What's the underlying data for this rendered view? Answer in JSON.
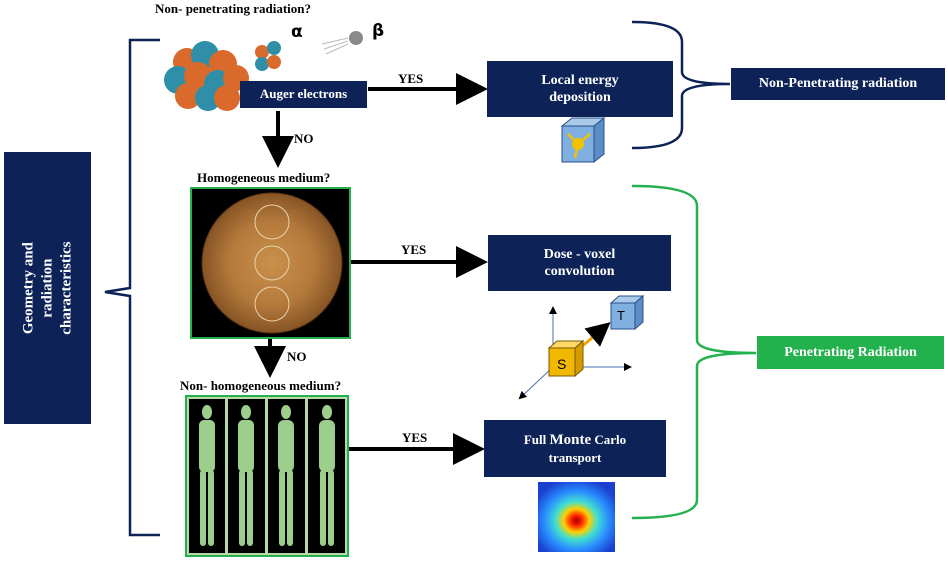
{
  "left_box": {
    "label": "Geometry and radiation characteristics"
  },
  "questions": {
    "q1": "Non- penetrating radiation?",
    "q2": "Homogeneous medium?",
    "q3": "Non- homogeneous medium?"
  },
  "particles": {
    "alpha": "α",
    "beta": "β"
  },
  "auger_box": {
    "label": "Auger electrons"
  },
  "decisions": {
    "yes1": "YES",
    "no1": "NO",
    "yes2": "YES",
    "no2": "NO",
    "yes3": "YES"
  },
  "methods": {
    "local": "Local energy deposition",
    "dose_voxel": "Dose - voxel convolution",
    "monte_carlo_pre": "Full ",
    "monte_carlo_big": "Monte",
    "monte_carlo_post": " Carlo transport"
  },
  "categories": {
    "non_penetrating": "Non-Penetrating radiation",
    "penetrating": "Penetrating Radiation"
  },
  "voxel_labels": {
    "source": "S",
    "target": "T"
  },
  "colors": {
    "navy": "#0d2257",
    "green": "#22b14c",
    "orange": "#c99a5c"
  }
}
